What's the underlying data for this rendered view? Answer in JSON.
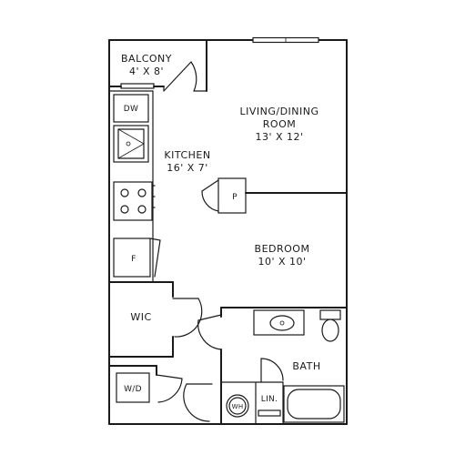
{
  "rooms": {
    "balcony": {
      "name": "BALCONY",
      "size": "4' X 8'"
    },
    "living": {
      "name_line1": "LIVING/DINING",
      "name_line2": "ROOM",
      "size": "13' X 12'"
    },
    "kitchen": {
      "name": "KITCHEN",
      "size": "16' X 7'"
    },
    "bedroom": {
      "name": "BEDROOM",
      "size": "10' X 10'"
    },
    "bath": {
      "name": "BATH"
    }
  },
  "fixtures": {
    "dishwasher": "DW",
    "pantry": "P",
    "fridge": "F",
    "walk_in_closet": "WIC",
    "washer_dryer": "W/D",
    "water_heater": "WH",
    "linen": "LIN."
  }
}
